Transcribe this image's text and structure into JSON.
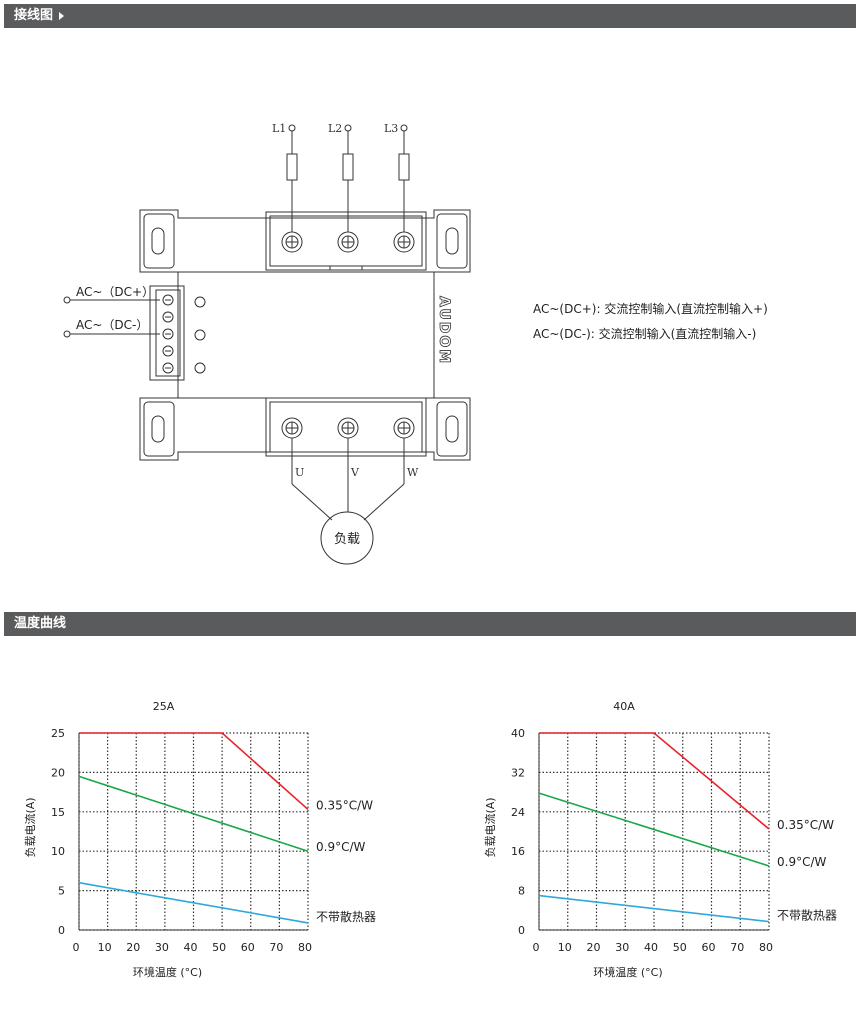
{
  "sections": {
    "wiring_title": "接线图",
    "temp_title": "温度曲线"
  },
  "wiring": {
    "inputs": [
      "L1",
      "L2",
      "L3"
    ],
    "outputs": [
      "U",
      "V",
      "W"
    ],
    "control_pos": "AC~（DC+）",
    "control_neg": "AC~（DC-）",
    "load_label": "负载",
    "brand": "AUDOM",
    "legend_pos": "AC~(DC+): 交流控制输入(直流控制输入+)",
    "legend_neg": "AC~(DC-): 交流控制输入(直流控制输入-)"
  },
  "colors": {
    "red": "#e8232b",
    "green": "#1ca64a",
    "blue": "#2ea7dc",
    "bar": "#5a5b5d"
  },
  "chart_data": [
    {
      "type": "line",
      "title": "25A",
      "xlabel": "环境温度 (°C)",
      "ylabel": "负载电流(A)",
      "x_ticks": [
        0,
        10,
        20,
        30,
        40,
        50,
        60,
        70,
        80
      ],
      "y_ticks": [
        0,
        5,
        10,
        15,
        20,
        25
      ],
      "xlim": [
        0,
        80
      ],
      "ylim": [
        0,
        25
      ],
      "grid": true,
      "series": [
        {
          "name": "0.35°C/W",
          "color": "red",
          "x": [
            0,
            50,
            80
          ],
          "y": [
            25,
            25,
            15.3
          ]
        },
        {
          "name": "0.9°C/W",
          "color": "green",
          "x": [
            0,
            80
          ],
          "y": [
            19.5,
            10
          ]
        },
        {
          "name": "不带散热器",
          "color": "blue",
          "x": [
            0,
            80
          ],
          "y": [
            6,
            0.9
          ]
        }
      ]
    },
    {
      "type": "line",
      "title": "40A",
      "xlabel": "环境温度 (°C)",
      "ylabel": "负载电流(A)",
      "x_ticks": [
        0,
        10,
        20,
        30,
        40,
        50,
        60,
        70,
        80
      ],
      "y_ticks": [
        0,
        8,
        16,
        24,
        32,
        40
      ],
      "xlim": [
        0,
        80
      ],
      "ylim": [
        0,
        40
      ],
      "grid": true,
      "series": [
        {
          "name": "0.35°C/W",
          "color": "red",
          "x": [
            0,
            40,
            80
          ],
          "y": [
            40,
            40,
            20.5
          ]
        },
        {
          "name": "0.9°C/W",
          "color": "green",
          "x": [
            0,
            80
          ],
          "y": [
            27.8,
            13
          ]
        },
        {
          "name": "不带散热器",
          "color": "blue",
          "x": [
            0,
            80
          ],
          "y": [
            7,
            1.7
          ]
        }
      ]
    }
  ]
}
